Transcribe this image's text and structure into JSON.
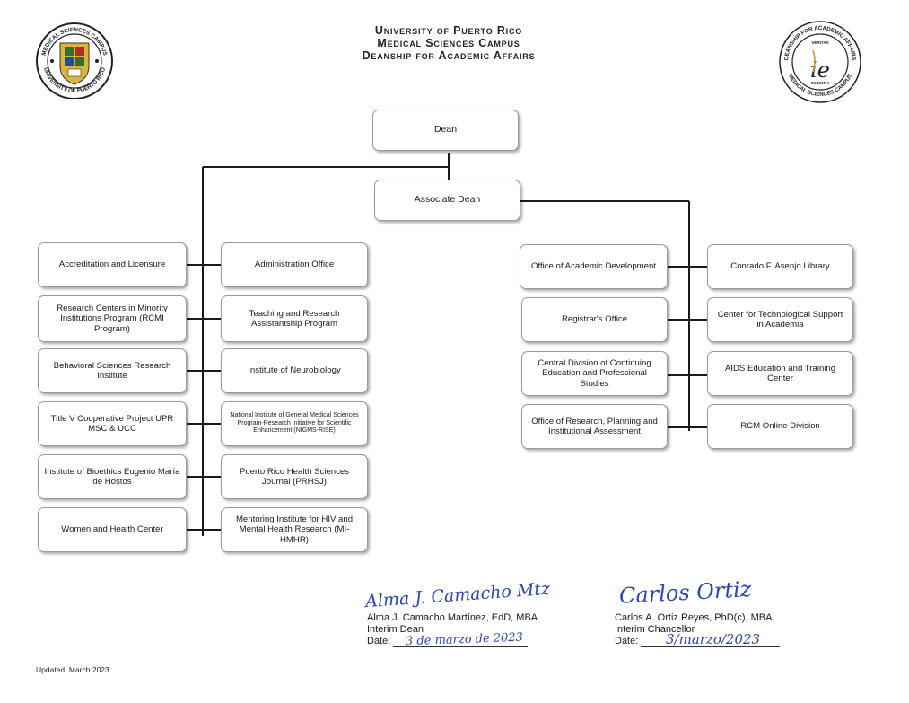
{
  "header": {
    "line1": "University of Puerto Rico",
    "line2": "Medical Sciences Campus",
    "line3": "Deanship for Academic Affairs"
  },
  "seals": {
    "left": {
      "top_text": "MEDICAL SCIENCES CAMPUS",
      "bottom_text": "UNIVERSITY OF PUERTO RICO"
    },
    "right": {
      "ring_top": "DEANSHIP FOR ACADEMIC AFFAIRS",
      "ring_bottom": "MEDICAL SCIENCES CAMPUS",
      "veritas": "VERITAS",
      "scientia": "SCIENTIA",
      "monogram": "ie"
    }
  },
  "org": {
    "dean": "Dean",
    "associate_dean": "Associate Dean",
    "left_col1": [
      "Accreditation and Licensure",
      "Research Centers in Minority Institutions Program (RCMI Program)",
      "Behavioral Sciences Research Institute",
      "Title V Cooperative Project UPR MSC & UCC",
      "Institute of Bioethics Eugenio María de Hostos",
      "Women and Health Center"
    ],
    "left_col2": [
      "Administration Office",
      "Teaching and Research Assistantship Program",
      "Institute of Neurobiology",
      "National Institute of General Medical Sciences Program-Research Initiative for Scientific Enhancement (NIGMS-RISE)",
      "Puerto Rico Health Sciences Journal (PRHSJ)",
      "Mentoring Institute for HIV and Mental Health Research (MI-HMHR)"
    ],
    "right_col1": [
      "Office of Academic Development",
      "Registrar's Office",
      "Central Division of Continuing Education and Professional Studies",
      "Office of Research, Planning and Institutional Assessment"
    ],
    "right_col2": [
      "Conrado F. Asenjo Library",
      "Center for Technological Support in Academia",
      "AIDS Education and Training Center",
      "RCM Online Division"
    ]
  },
  "signatures": {
    "left": {
      "name": "Alma J. Camacho Martínez, EdD, MBA",
      "title": "Interim Dean",
      "date_label": "Date:",
      "signature": "Alma J. Camacho Mtz",
      "date_handwritten": "3 de marzo de 2023"
    },
    "right": {
      "name": "Carlos A. Ortiz Reyes, PhD(c), MBA",
      "title": "Interim Chancellor",
      "date_label": "Date:",
      "signature": "Carlos Ortiz",
      "date_handwritten": "3/marzo/2023"
    }
  },
  "footer": {
    "updated": "Updated:  March 2023"
  }
}
